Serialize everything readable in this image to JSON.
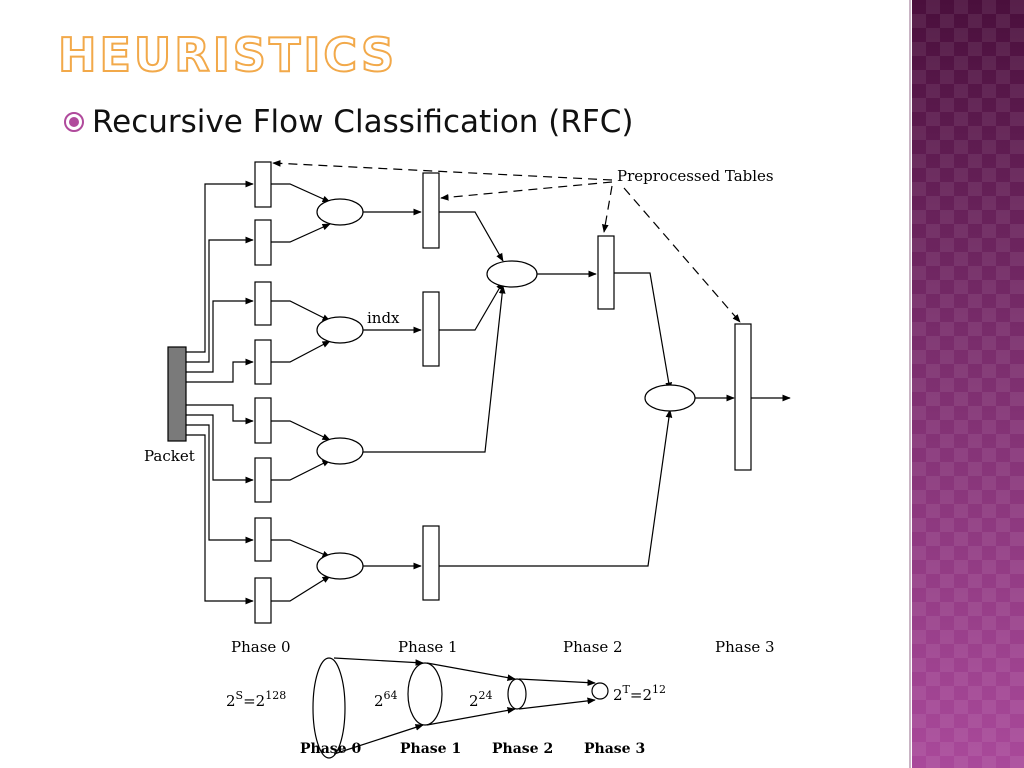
{
  "slide": {
    "title": "HEURISTICS",
    "bullet": "Recursive Flow Classification (RFC)"
  },
  "diagram": {
    "labels": {
      "preprocessed_tables": "Preprocessed Tables",
      "indx": "indx",
      "packet": "Packet"
    },
    "phases": [
      "Phase 0",
      "Phase 1",
      "Phase 2",
      "Phase 3"
    ],
    "funnel": {
      "sizes": [
        "2S=2128",
        "264",
        "224",
        "2T=212"
      ],
      "phases": [
        "Phase 0",
        "Phase 1",
        "Phase 2",
        "Phase 3"
      ]
    }
  },
  "colors": {
    "title_outline": "#f2a94a",
    "bullet": "#b04a9c",
    "band_top": "#4a0f3c",
    "band_bottom": "#a9499a",
    "packet_fill": "#7a7a7a"
  }
}
